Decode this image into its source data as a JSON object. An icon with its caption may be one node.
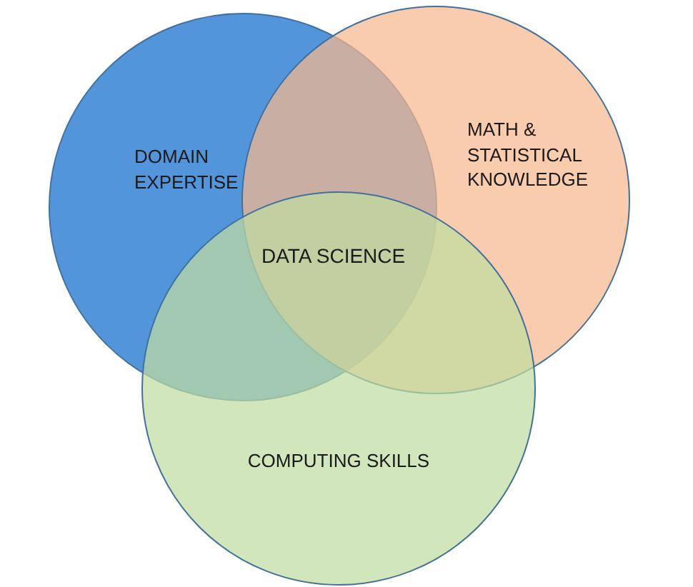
{
  "diagram": {
    "nodes": [
      {
        "text": [
          "DOMAIN EXPERTISE"
        ]
      },
      {
        "text": [
          "MATH & STATISTICAL KNOWLEDGE"
        ]
      },
      {
        "text": [
          "COMPUTING SKILLS"
        ]
      }
    ],
    "labels": [
      "DATA SCIENCE"
    ]
  }
}
